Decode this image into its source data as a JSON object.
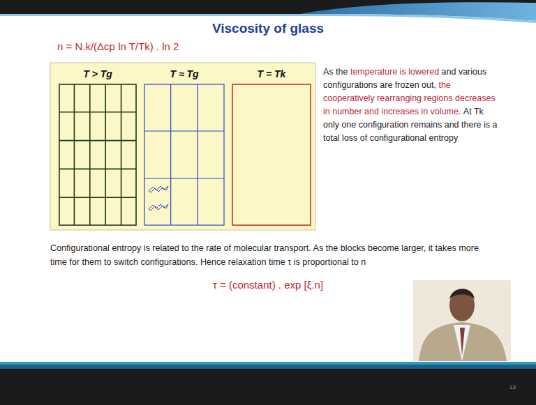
{
  "diagram": {
    "title": "Viscosity of glass",
    "nodes": [
      {
        "text": [
          "T > Tg"
        ]
      },
      {
        "text": [
          "T ≈ Tg"
        ]
      },
      {
        "text": [
          "T = Tk"
        ]
      }
    ],
    "labels": [
      "n = N.k/(Δcp ln T/Tk) . ln 2",
      "As the",
      "temperature is lowered",
      "and various configurations are frozen out,",
      "the cooperatively rearranging regions decreases in number and increases in volume.",
      "At Tk only one configuration remains and there is a total loss of configurational entropy",
      "Configurational entropy is related to the rate of molecular transport. As the blocks become larger, it takes more time for them to switch configurations. Hence relaxation time τ is proportional to n",
      "τ = (constant) . exp [ξ.n]",
      "13"
    ]
  }
}
